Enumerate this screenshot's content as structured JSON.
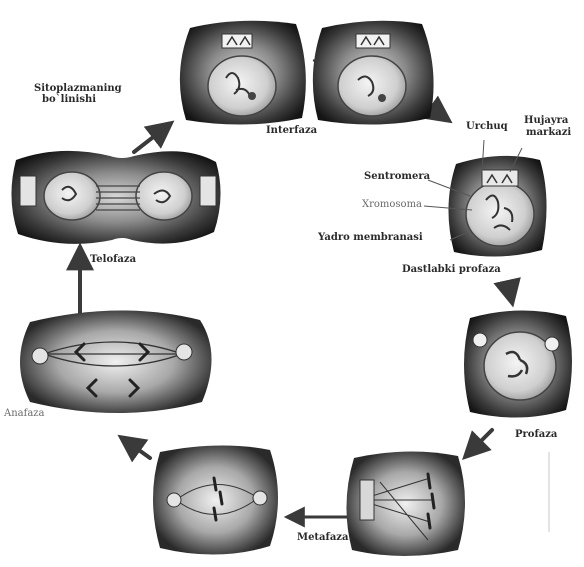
{
  "labels": {
    "cytokinesis_line1": "Sitoplazmaning",
    "cytokinesis_line2": "bo`linishi",
    "interphase": "Interfaza",
    "centriole": "Urchuq",
    "cell_center_line1": "Hujayra",
    "cell_center_line2": "markazi",
    "centromere": "Sentromera",
    "chromosome": "Xromosoma",
    "nuclear_membrane": "Yadro membranasi",
    "early_prophase": "Dastlabki profaza",
    "telophase": "Telofaza",
    "prophase": "Profaza",
    "anaphase": "Anafaza",
    "metaphase": "Metafaza"
  },
  "colors": {
    "cell_dark": "#1e1e1e",
    "cell_mid": "#5a5a5a",
    "cell_light": "#cfcfcf",
    "arrow": "#3a3a3a"
  }
}
